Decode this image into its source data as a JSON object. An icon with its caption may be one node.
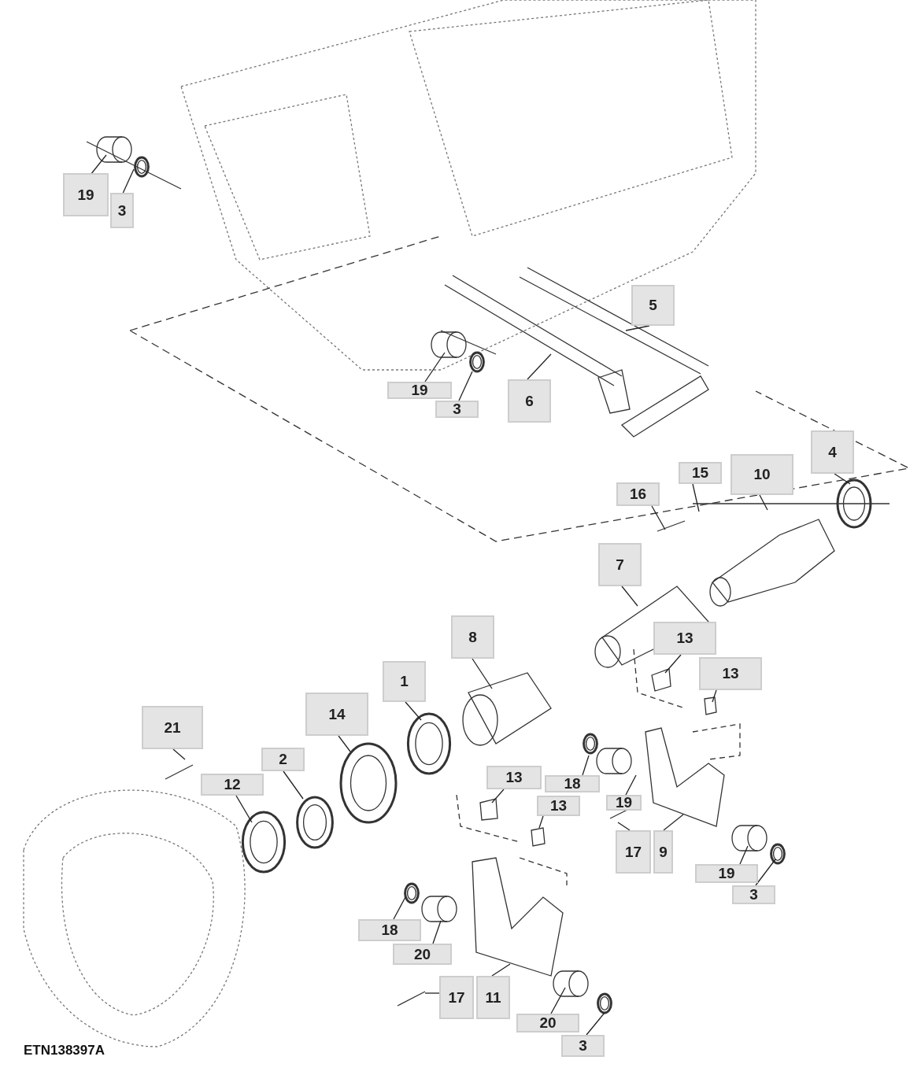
{
  "diagram": {
    "nodes": [
      {
        "text": [
          "19"
        ]
      },
      {
        "text": [
          "3"
        ]
      },
      {
        "text": [
          "5"
        ]
      },
      {
        "text": [
          "19"
        ]
      },
      {
        "text": [
          "3"
        ]
      },
      {
        "text": [
          "6"
        ]
      },
      {
        "text": [
          "15"
        ]
      },
      {
        "text": [
          "16"
        ]
      },
      {
        "text": [
          "10"
        ]
      },
      {
        "text": [
          "4"
        ]
      },
      {
        "text": [
          "7"
        ]
      },
      {
        "text": [
          "8"
        ]
      },
      {
        "text": [
          "13"
        ]
      },
      {
        "text": [
          "13"
        ]
      },
      {
        "text": [
          "1"
        ]
      },
      {
        "text": [
          "14"
        ]
      },
      {
        "text": [
          "21"
        ]
      },
      {
        "text": [
          "2"
        ]
      },
      {
        "text": [
          "12"
        ]
      },
      {
        "text": [
          "13"
        ]
      },
      {
        "text": [
          "18"
        ]
      },
      {
        "text": [
          "19"
        ]
      },
      {
        "text": [
          "13"
        ]
      },
      {
        "text": [
          "17"
        ]
      },
      {
        "text": [
          "9"
        ]
      },
      {
        "text": [
          "19"
        ]
      },
      {
        "text": [
          "3"
        ]
      },
      {
        "text": [
          "18"
        ]
      },
      {
        "text": [
          "20"
        ]
      },
      {
        "text": [
          "17"
        ]
      },
      {
        "text": [
          "11"
        ]
      },
      {
        "text": [
          "20"
        ]
      },
      {
        "text": [
          "3"
        ]
      }
    ],
    "edges": [
      {
        "from": 0,
        "to": null,
        "arrow": "none"
      },
      {
        "from": 1,
        "to": null,
        "arrow": "none"
      },
      {
        "from": 2,
        "to": null,
        "arrow": "none"
      },
      {
        "from": 3,
        "to": null,
        "arrow": "none"
      },
      {
        "from": 4,
        "to": null,
        "arrow": "none"
      },
      {
        "from": 5,
        "to": null,
        "arrow": "none"
      },
      {
        "from": 6,
        "to": null,
        "arrow": "none"
      },
      {
        "from": 7,
        "to": null,
        "arrow": "none"
      },
      {
        "from": 8,
        "to": null,
        "arrow": "none"
      },
      {
        "from": 9,
        "to": null,
        "arrow": "none"
      },
      {
        "from": 10,
        "to": null,
        "arrow": "none"
      },
      {
        "from": 11,
        "to": null,
        "arrow": "none"
      },
      {
        "from": 12,
        "to": null,
        "arrow": "none"
      },
      {
        "from": 13,
        "to": null,
        "arrow": "none"
      },
      {
        "from": 14,
        "to": null,
        "arrow": "none"
      },
      {
        "from": 15,
        "to": null,
        "arrow": "none"
      },
      {
        "from": 16,
        "to": null,
        "arrow": "none"
      },
      {
        "from": 17,
        "to": null,
        "arrow": "none"
      },
      {
        "from": 18,
        "to": null,
        "arrow": "none"
      },
      {
        "from": 19,
        "to": null,
        "arrow": "none"
      },
      {
        "from": 20,
        "to": null,
        "arrow": "none"
      },
      {
        "from": 21,
        "to": null,
        "arrow": "none"
      },
      {
        "from": 22,
        "to": null,
        "arrow": "none"
      },
      {
        "from": 23,
        "to": null,
        "arrow": "none"
      },
      {
        "from": 24,
        "to": null,
        "arrow": "none"
      },
      {
        "from": 25,
        "to": null,
        "arrow": "none"
      },
      {
        "from": 26,
        "to": null,
        "arrow": "none"
      },
      {
        "from": 27,
        "to": null,
        "arrow": "none"
      },
      {
        "from": 28,
        "to": null,
        "arrow": "none"
      },
      {
        "from": 29,
        "to": null,
        "arrow": "none"
      },
      {
        "from": 30,
        "to": null,
        "arrow": "none"
      },
      {
        "from": 31,
        "to": null,
        "arrow": "none"
      },
      {
        "from": 32,
        "to": null,
        "arrow": "none"
      }
    ],
    "labels": [
      "ETN138397A"
    ]
  }
}
